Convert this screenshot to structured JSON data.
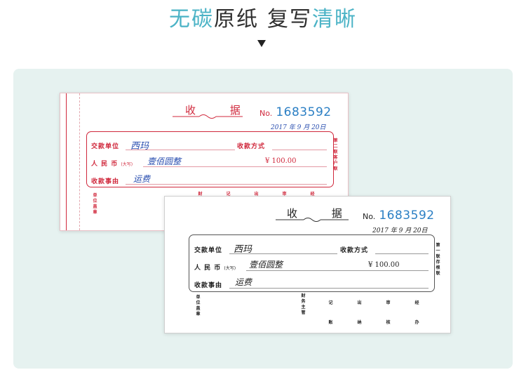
{
  "headline": {
    "part1": "无碳",
    "part2": "原纸",
    "part3": "复写",
    "part4": "清晰"
  },
  "receipt_back": {
    "title": "收 据",
    "no_label": "No.",
    "number": "1683592",
    "date": "2017 年 9 月 20日",
    "payer_label": "交款单位",
    "payer_value": "西玛",
    "method_label": "收款方式",
    "rmb_label": "人 民 币",
    "rmb_small": "(大写)",
    "rmb_value": "壹佰圆整",
    "amount": "¥ 100.00",
    "reason_label": "收款事由",
    "reason_value": "运费",
    "side_copy": "第二联客户联",
    "stamp_label": "单位盖章",
    "footer": [
      "财",
      "记",
      "出",
      "审",
      "经"
    ]
  },
  "receipt_front": {
    "title": "收 据",
    "no_label": "No.",
    "number": "1683592",
    "date": "2017 年 9 月 20日",
    "payer_label": "交款单位",
    "payer_value": "西玛",
    "method_label": "收款方式",
    "rmb_label": "人 民 币",
    "rmb_small": "(大写)",
    "rmb_value": "壹佰圆整",
    "amount": "¥ 100.00",
    "reason_label": "收款事由",
    "reason_value": "运费",
    "side_copy": "第一联存根联",
    "stamp_label": "单位盖章",
    "footer": [
      "财务主管",
      "记账",
      "出纳",
      "审核",
      "经办"
    ]
  }
}
